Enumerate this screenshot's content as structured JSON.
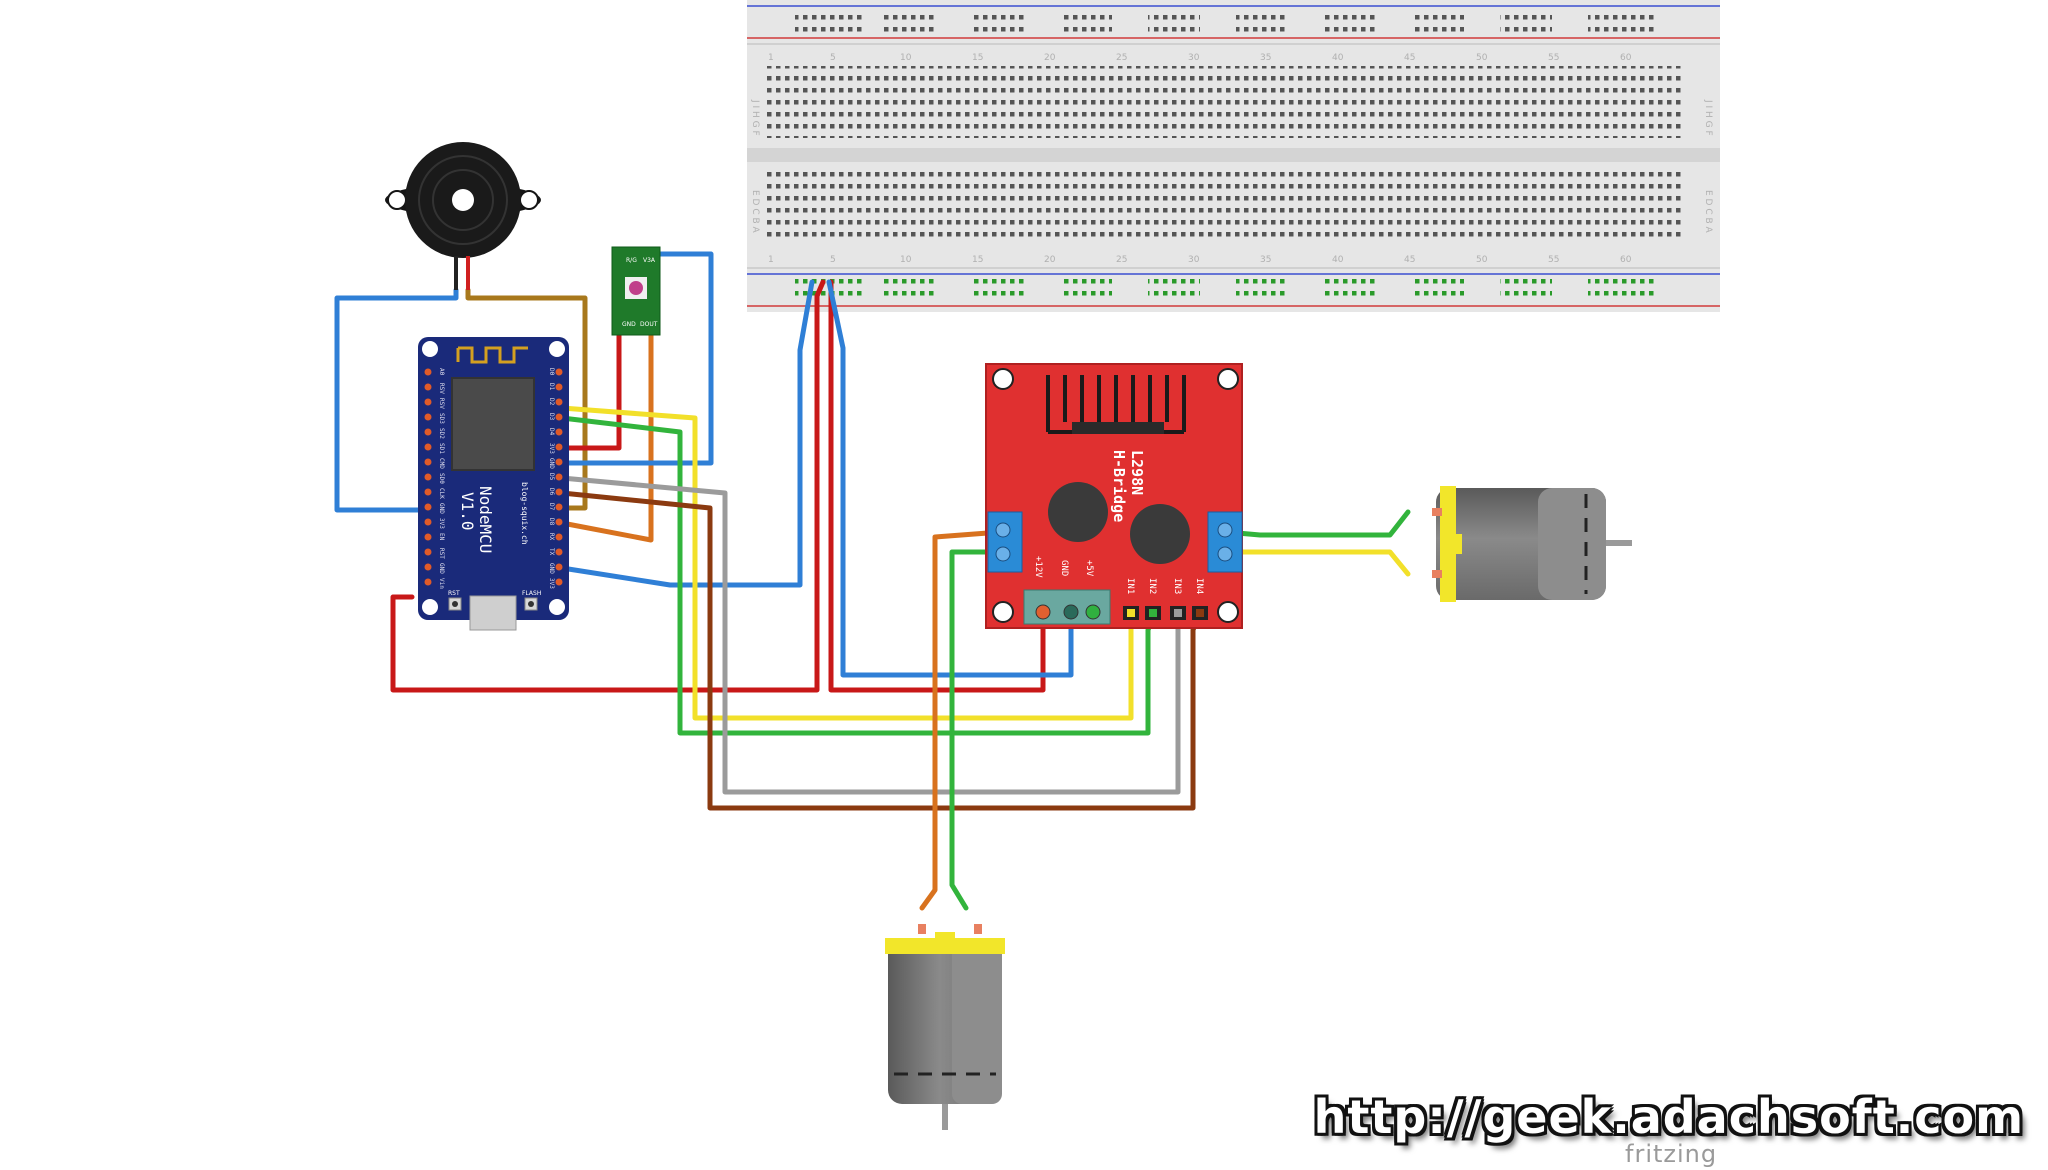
{
  "breadboard": {
    "columns": [
      "1",
      "5",
      "10",
      "15",
      "20",
      "25",
      "30",
      "35",
      "40",
      "45",
      "50",
      "55",
      "60"
    ],
    "rows_top": "J I H G F",
    "rows_bottom": "E D C B A"
  },
  "nodemcu": {
    "title": "NodeMCU",
    "version": "V1.0",
    "site": "blog-squix.ch",
    "rst": "RST",
    "flash": "FLASH",
    "left_pins": [
      "A0",
      "RSV",
      "RSV",
      "SD3",
      "SD2",
      "SD1",
      "CMD",
      "SD0",
      "CLK",
      "GND",
      "3V3",
      "EN",
      "RST",
      "GND",
      "Vin"
    ],
    "right_pins": [
      "D0",
      "D1",
      "D2",
      "D3",
      "D4",
      "3V3",
      "GND",
      "D5",
      "D6",
      "D7",
      "D8",
      "RX",
      "TX",
      "GND",
      "3V3"
    ]
  },
  "led_module": {
    "pins_top": [
      "R/G",
      "V3A"
    ],
    "pins_bottom": [
      "GND",
      "DOUT"
    ]
  },
  "hbridge": {
    "chip": "L298N",
    "name": "H-Bridge",
    "power_labels": [
      "+12V",
      "GND",
      "+5V"
    ],
    "input_labels": [
      "IN1",
      "IN2",
      "IN3",
      "IN4"
    ]
  },
  "watermark": "http://geek.adachsoft.com",
  "tool": "fritzing",
  "colors": {
    "wire_blue": "#2f7fd6",
    "wire_red": "#c81818",
    "wire_yellow": "#f2e02a",
    "wire_green": "#32b43c",
    "wire_gray": "#9b9b9b",
    "wire_brown": "#8b3a10",
    "wire_orange": "#d8721e",
    "wire_ochre": "#a8781c",
    "board_red": "#e03030",
    "board_blue": "#1a2a7a"
  }
}
